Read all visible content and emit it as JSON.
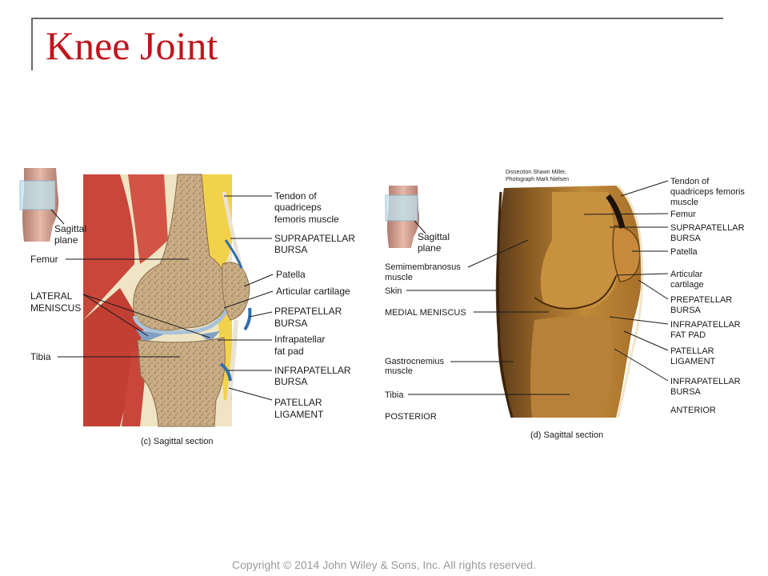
{
  "title": "Knee Joint",
  "copyright": "Copyright © 2014 John Wiley & Sons, Inc. All rights reserved.",
  "left_figure": {
    "caption": "(c) Sagittal section",
    "inset_label": [
      "Sagittal",
      "plane"
    ],
    "labels": {
      "tendon": [
        "Tendon of",
        "quadriceps",
        "femoris muscle"
      ],
      "suprapatellar": [
        "SUPRAPATELLAR",
        "BURSA"
      ],
      "patella": "Patella",
      "cartilage": "Articular cartilage",
      "prepatellar": [
        "PREPATELLAR",
        "BURSA"
      ],
      "fatpad": [
        "Infrapatellar",
        "fat pad"
      ],
      "infrapatellar": [
        "INFRAPATELLAR",
        "BURSA"
      ],
      "ligament": [
        "PATELLAR",
        "LIGAMENT"
      ],
      "femur": "Femur",
      "lateral_meniscus": [
        "LATERAL",
        "MENISCUS"
      ],
      "tibia": "Tibia"
    }
  },
  "right_figure": {
    "caption": "(d) Sagittal section",
    "credit": [
      "Dissection Shawn Miller,",
      "Photograph Mark Nielsen"
    ],
    "inset_label": [
      "Sagittal",
      "plane"
    ],
    "labels": {
      "semimembranosus": [
        "Semimembranosus",
        "muscle"
      ],
      "skin": "Skin",
      "medial_meniscus": "MEDIAL MENISCUS",
      "gastrocnemius": [
        "Gastrocnemius",
        "muscle"
      ],
      "tibia": "Tibia",
      "posterior": "POSTERIOR",
      "tendon": [
        "Tendon of",
        "quadriceps femoris",
        "muscle"
      ],
      "femur": "Femur",
      "suprapatellar": [
        "SUPRAPATELLAR",
        "BURSA"
      ],
      "patella": "Patella",
      "cartilage": [
        "Articular",
        "cartilage"
      ],
      "prepatellar": [
        "PREPATELLAR",
        "BURSA"
      ],
      "fatpad": [
        "INFRAPATELLAR",
        "FAT PAD"
      ],
      "ligament": [
        "PATELLAR",
        "LIGAMENT"
      ],
      "infrapatellar": [
        "INFRAPATELLAR",
        "BURSA"
      ],
      "anterior": "ANTERIOR"
    }
  },
  "colors": {
    "title": "#c0141c",
    "muscle": "#c8463a",
    "fat": "#f2d24a",
    "bone": "#cbb08a",
    "cartilage": "#a9c2d8",
    "bursa": "#2f6fb3",
    "photo_tissue": "#b5822e"
  }
}
